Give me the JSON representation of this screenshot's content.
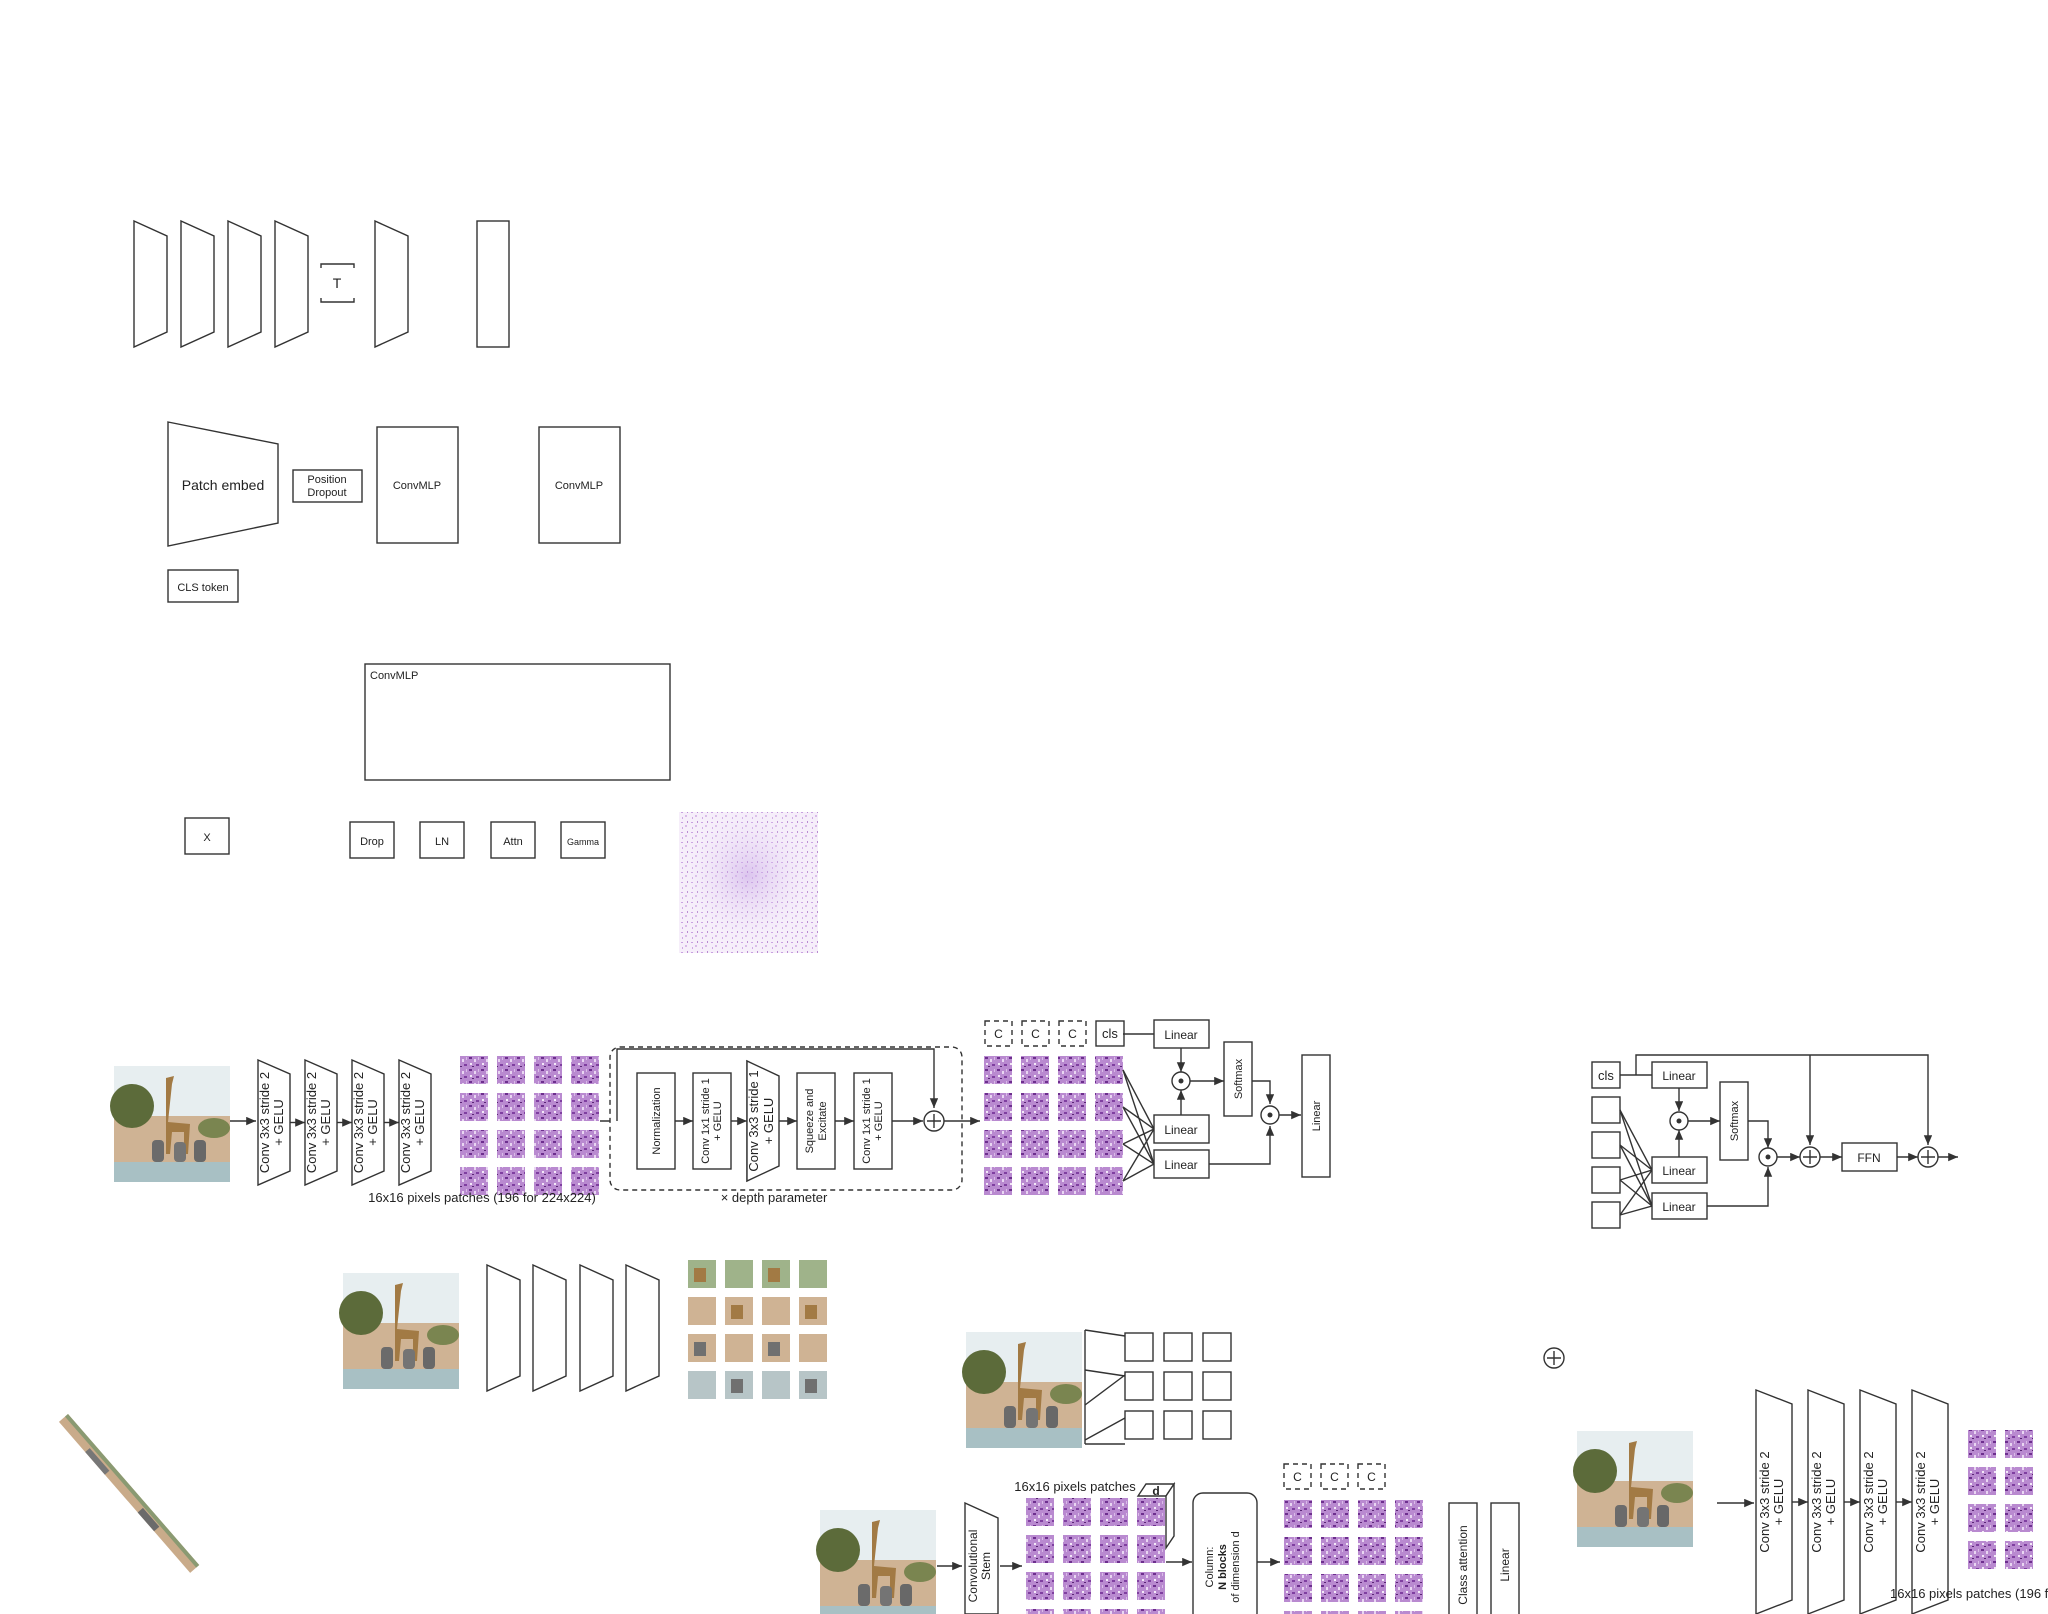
{
  "texts": {
    "t_label": "T",
    "patch_embed": "Patch embed",
    "position_dropout": [
      "Position",
      "Dropout"
    ],
    "convmlp_1": "ConvMLP",
    "convmlp_2": "ConvMLP",
    "cls_token": "CLS token",
    "convmlp_panel": "ConvMLP",
    "x": "X",
    "drop": "Drop",
    "ln": "LN",
    "attn": "Attn",
    "gamma": "Gamma",
    "stem_block": [
      "Conv 3x3 stride 2",
      "+ GELU"
    ],
    "patches_caption": "16x16 pixels patches (196 for 224x224)",
    "normalization": "Normalization",
    "conv1x1_a": [
      "Conv 1x1 stride 1",
      "+ GELU"
    ],
    "conv3x3_s1": [
      "Conv 3x3 stride 1",
      "+ GELU"
    ],
    "squeeze_excite": [
      "Squeeze and",
      "Excitate"
    ],
    "conv1x1_b": [
      "Conv 1x1 stride 1",
      "+ GELU"
    ],
    "depth_caption": "× depth parameter",
    "c": "C",
    "cls": "cls",
    "linear": "Linear",
    "softmax": "Softmax",
    "ffn": "FFN",
    "patches_caption_short": "16x16 pixels patches",
    "d": "d",
    "conv_stem": [
      "Convolutional",
      "Stem"
    ],
    "column": [
      "Column:",
      "N blocks",
      "of dimension d"
    ],
    "class_attention": "Class attention",
    "patches_caption_cut": "16x16 pixels patches (196 f"
  },
  "colors": {
    "stroke": "#333333",
    "patch_purple": "#9a4fb5",
    "patch_light": "#c8a2e0",
    "sky": "#e8eef0",
    "ground": "#c9ab8a",
    "giraffe": "#a27a44",
    "tree": "#5c6b3a"
  },
  "icons": [
    "plus-circle-icon",
    "dot-product-icon",
    "giraffe-image"
  ]
}
